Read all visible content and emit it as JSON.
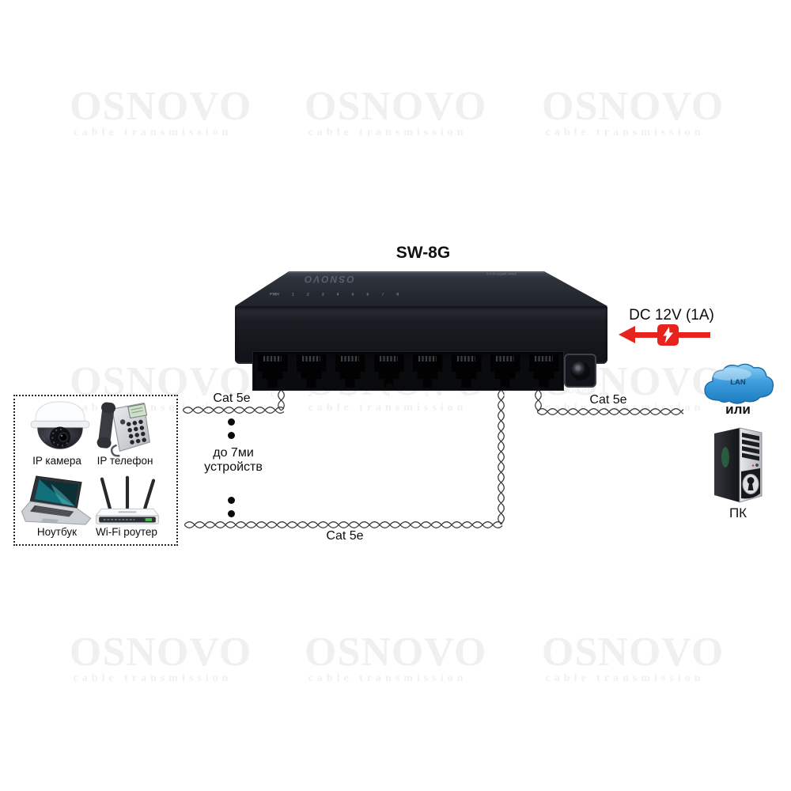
{
  "title": "SW-8G",
  "watermark": {
    "brand": "OSNOVO",
    "tagline": "cable transmission"
  },
  "device": {
    "logo": "OSNOVO",
    "top_label": "8-Port Gigabit Switch",
    "leds": [
      "PWR",
      "1",
      "2",
      "3",
      "4",
      "5",
      "6",
      "7",
      "8"
    ],
    "ports": [
      "1",
      "2",
      "3",
      "4",
      "5",
      "6",
      "7",
      "8"
    ],
    "dc_in": "DC IN"
  },
  "power": {
    "label": "DC 12V (1A)",
    "arrow_color": "#e8231e",
    "bolt_icon": "lightning-icon"
  },
  "left_group": {
    "items": [
      {
        "label": "IP камера"
      },
      {
        "label": "IP телефон"
      },
      {
        "label": "Ноутбук"
      },
      {
        "label": "Wi-Fi роутер"
      }
    ]
  },
  "connections": {
    "cat5e": [
      "Cat 5e",
      "Cat 5e",
      "Cat 5e"
    ],
    "up_to_note": "до 7ми\nустройств"
  },
  "right_group": {
    "cloud": "LAN",
    "or": "или",
    "pc": "ПК"
  },
  "colors": {
    "cloud_blue": "#2f8fd0",
    "watermark_gray": "#f0f0f0"
  }
}
